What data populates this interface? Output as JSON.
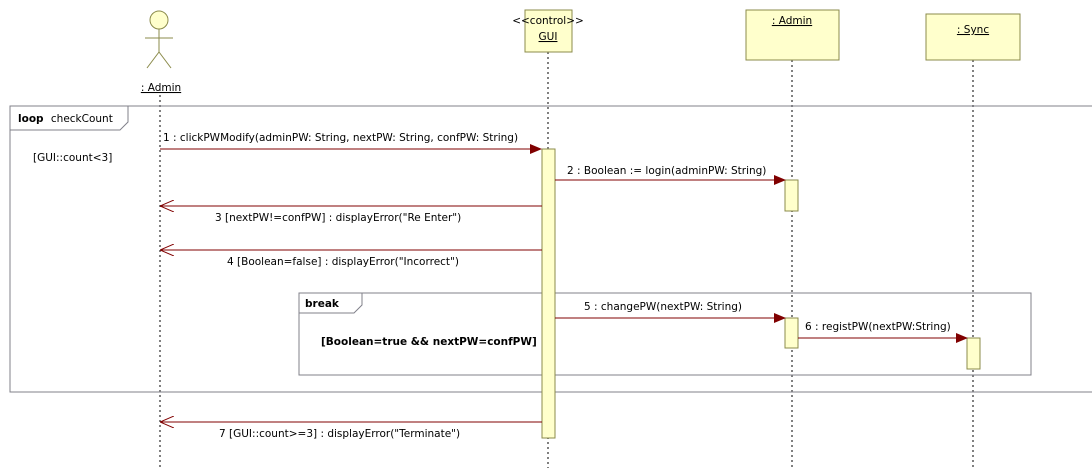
{
  "colors": {
    "lifeline_fill": "#ffffcc",
    "lifeline_stroke": "#8b8b4b",
    "activation_fill": "#ffffcc",
    "arrow": "#800000",
    "frame_stroke": "#80808a"
  },
  "lifelines": {
    "actor": {
      "name": ": Admin",
      "icon": "stick-figure-actor"
    },
    "gui": {
      "stereotype": "<<control>>",
      "name": "GUI"
    },
    "admin": {
      "name": ": Admin"
    },
    "sync": {
      "name": ": Sync"
    }
  },
  "fragments": {
    "loop": {
      "operator": "loop",
      "name": "checkCount",
      "guard": "[GUI::count<3]"
    },
    "break": {
      "operator": "break",
      "guard": "[Boolean=true && nextPW=confPW]"
    }
  },
  "messages": [
    {
      "label": "1 : clickPWModify(adminPW: String, nextPW: String, confPW: String)",
      "type": "call"
    },
    {
      "label": "2 : Boolean := login(adminPW: String)",
      "type": "call"
    },
    {
      "label": "3 [nextPW!=confPW] : displayError(\"Re Enter\")",
      "type": "return"
    },
    {
      "label": "4 [Boolean=false] : displayError(\"Incorrect\")",
      "type": "return"
    },
    {
      "label": "5 : changePW(nextPW: String)",
      "type": "call"
    },
    {
      "label": "6 : registPW(nextPW:String)",
      "type": "call"
    },
    {
      "label": "7 [GUI::count>=3] : displayError(\"Terminate\")",
      "type": "return"
    }
  ]
}
